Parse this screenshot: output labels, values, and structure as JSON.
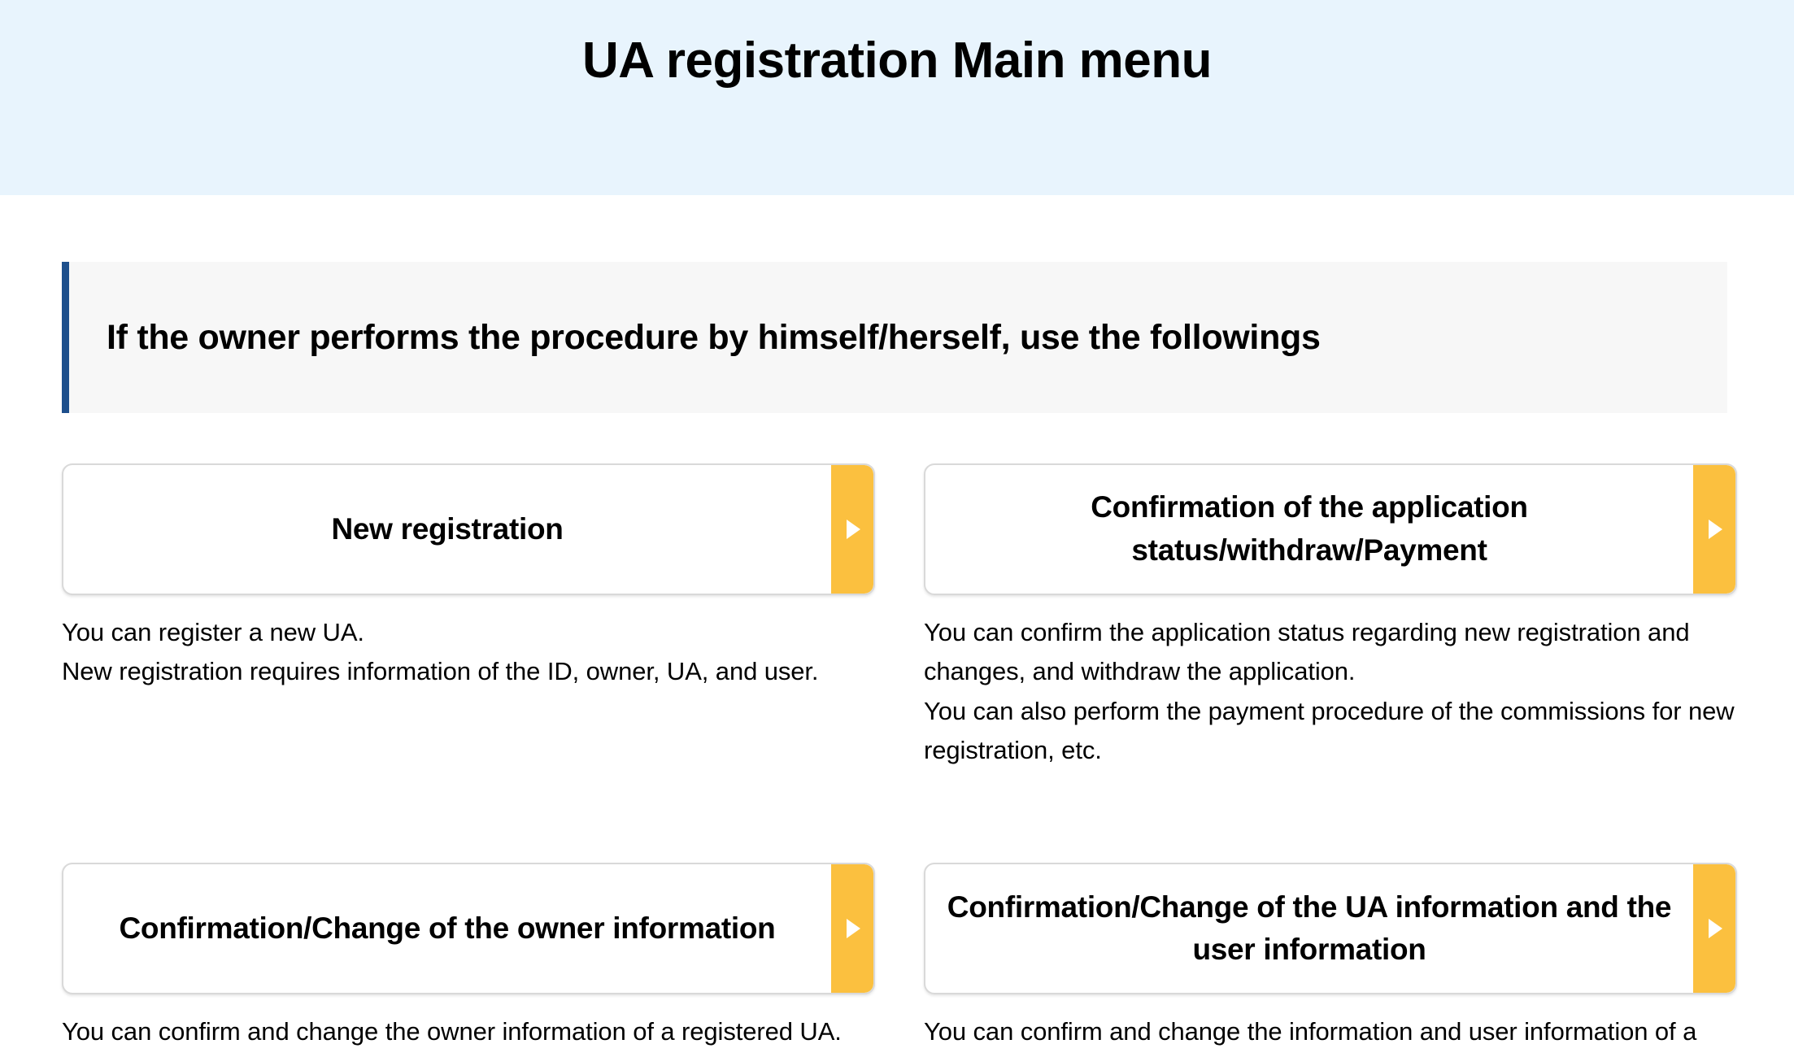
{
  "header": {
    "title": "UA registration Main menu",
    "background_color": "#e8f4fd"
  },
  "notice": {
    "text": "If the owner performs the procedure by himself/herself, use the followings",
    "accent_color": "#1d4f8c",
    "background_color": "#f7f7f7"
  },
  "cards": [
    {
      "label": "New registration",
      "description": "You can register a new UA.\nNew registration requires information of the ID, owner, UA, and user.",
      "arrow_icon": "triangle-right-icon",
      "tab_color": "#fbc03f"
    },
    {
      "label": "Confirmation of the application status/withdraw/Payment",
      "description": "You can confirm the application status regarding new registration and changes, and withdraw the application.\nYou can also perform the payment procedure of the commissions for new registration, etc.",
      "arrow_icon": "triangle-right-icon",
      "tab_color": "#fbc03f"
    },
    {
      "label": "Confirmation/Change of the owner information",
      "description": "You can confirm and change the owner information of a registered UA.",
      "arrow_icon": "triangle-right-icon",
      "tab_color": "#fbc03f"
    },
    {
      "label": "Confirmation/Change of the UA information and the user information",
      "description": "You can confirm and change the information and user information of a registered UA.",
      "arrow_icon": "triangle-right-icon",
      "tab_color": "#fbc03f"
    }
  ]
}
